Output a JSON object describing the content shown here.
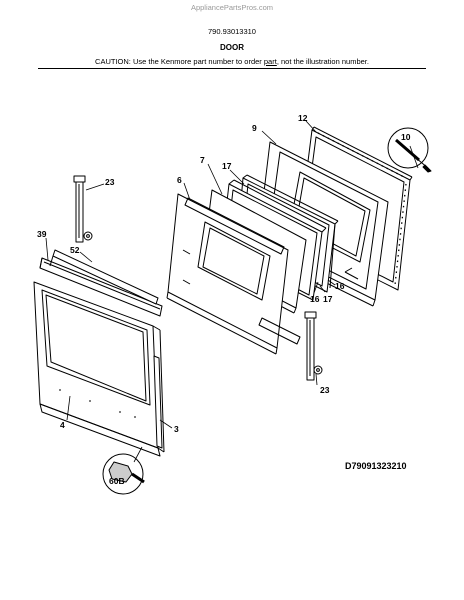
{
  "header": {
    "watermark": "AppliancePartsPros.com",
    "model_number": "790.93013310",
    "section_title": "DOOR",
    "caution_part1": "CAUTION: Use the Kenmore part number to order ",
    "caution_underlined": "part",
    "caution_part2": ", not the illustration number."
  },
  "callouts": {
    "c12": "12",
    "c9": "9",
    "c10": "10",
    "c7": "7",
    "c17a": "17",
    "c6": "6",
    "c23a": "23",
    "c39": "39",
    "c52": "52",
    "c16a": "16",
    "c16b": "16",
    "c17b": "17",
    "c23b": "23",
    "c4": "4",
    "c3": "3",
    "c60b": "60B"
  },
  "figure_number": "D79091323210"
}
